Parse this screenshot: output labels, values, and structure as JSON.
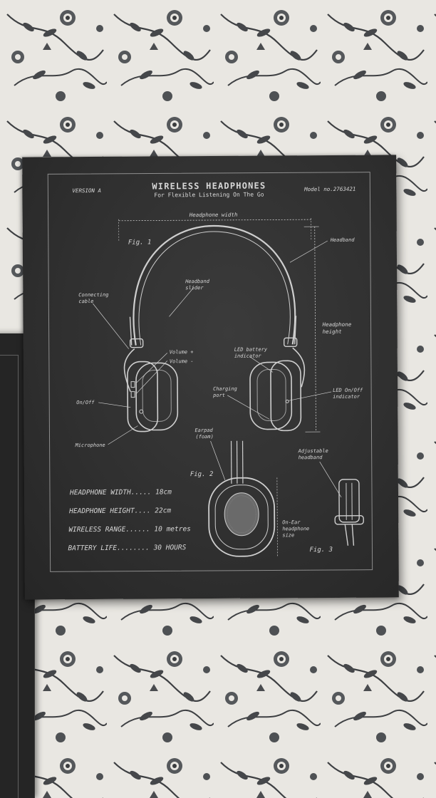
{
  "poster": {
    "version": "VERSION A",
    "title": "WIRELESS HEADPHONES",
    "subtitle": "For Flexible Listening On The Go",
    "model": "Model no.2763421",
    "width_label": "Headphone width",
    "height_label_1": "Headphone",
    "height_label_2": "height",
    "fig1": "Fig. 1",
    "fig2": "Fig. 2",
    "fig3": "Fig. 3",
    "labels": {
      "headband": "Headband",
      "slider_1": "Headband",
      "slider_2": "slider",
      "cable_1": "Connecting",
      "cable_2": "cable",
      "vol_up": "Volume +",
      "vol_down": "Volume -",
      "led_batt_1": "LED battery",
      "led_batt_2": "indicator",
      "charging_1": "Charging",
      "charging_2": "port",
      "led_onoff_1": "LED On/Off",
      "led_onoff_2": "indicator",
      "onoff": "On/Off",
      "microphone": "Microphone",
      "earpad_1": "Earpad",
      "earpad_2": "(foam)",
      "adjustable_1": "Adjustable",
      "adjustable_2": "headband",
      "onear_1": "On-Ear",
      "onear_2": "headphone",
      "onear_3": "size"
    },
    "specs": [
      "HEADPHONE WIDTH..... 18cm",
      "HEADPHONE HEIGHT.... 22cm",
      "WIRELESS RANGE...... 10 metres",
      "BATTERY LIFE........ 30 HOURS"
    ]
  },
  "colors": {
    "poster_bg": "#303030",
    "ink": "#d8d8d8",
    "fabric": "#e9e7e2",
    "pattern": "#3a3c3e"
  }
}
